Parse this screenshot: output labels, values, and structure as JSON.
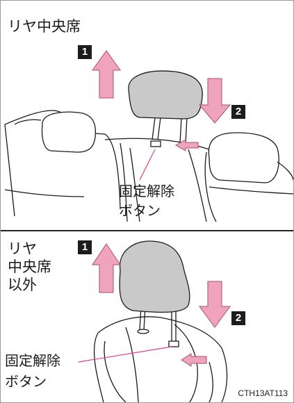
{
  "top_panel": {
    "title": "リヤ中央席",
    "step1": "1",
    "step2": "2",
    "release_label_line1": "固定解除",
    "release_label_line2": "ボタン"
  },
  "bottom_panel": {
    "title_line1": "リヤ",
    "title_line2": "中央席",
    "title_line3": "以外",
    "step1": "1",
    "step2": "2",
    "release_label_line1": "固定解除",
    "release_label_line2": "ボタン"
  },
  "figure_code": "CTH13AT113",
  "colors": {
    "arrow_fill": "#f0a3bd",
    "arrow_stroke": "#a94f70",
    "headrest_fill": "#c9c9c9",
    "leader_line": "#e23d8b",
    "divider": "#222222"
  }
}
